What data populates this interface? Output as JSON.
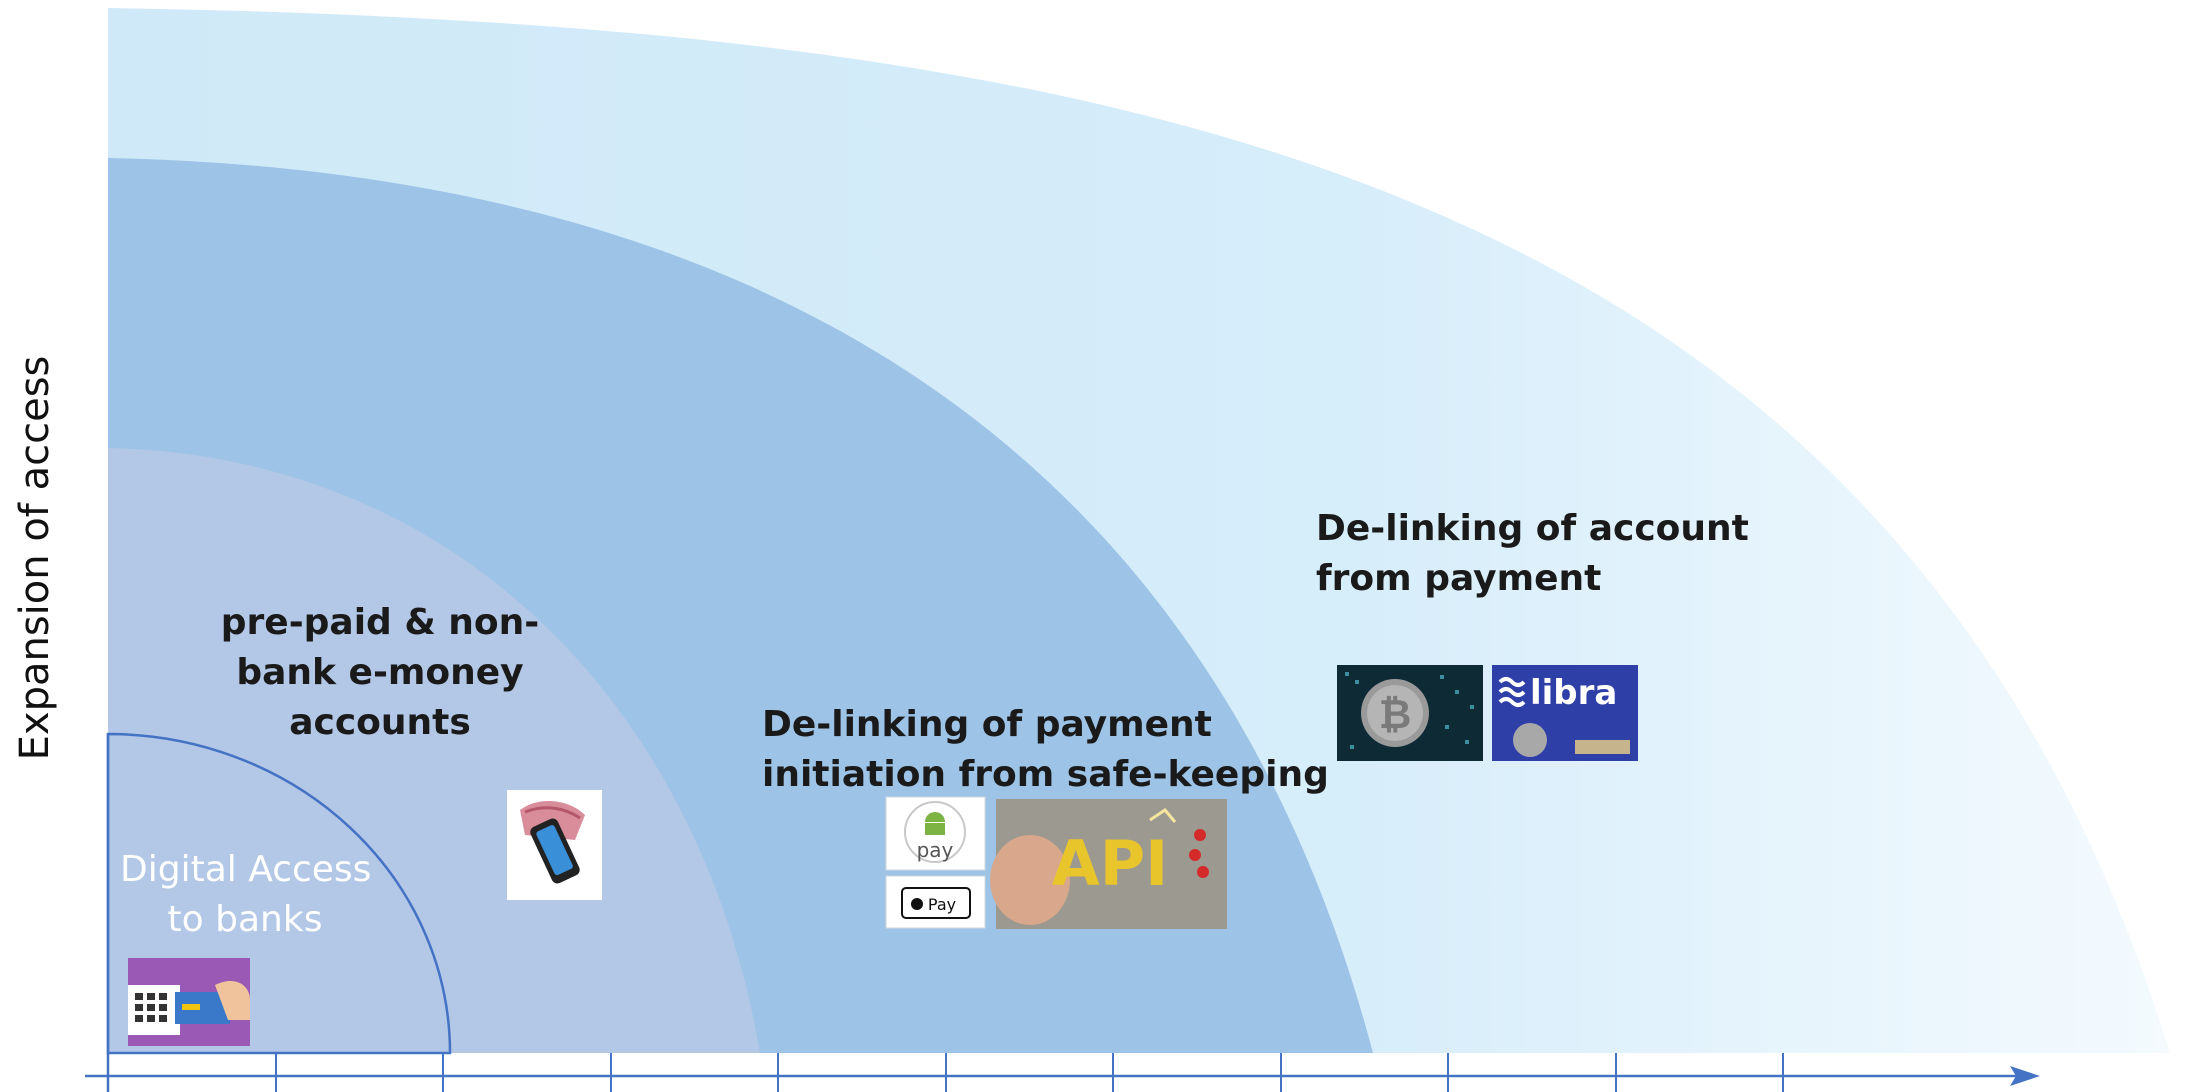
{
  "axis": {
    "y_title": "Expansion of access"
  },
  "zones": [
    {
      "id": "digital",
      "lines": [
        "Digital Access",
        "to banks"
      ],
      "color": "#b3c7e6"
    },
    {
      "id": "prepaid",
      "lines": [
        "pre-paid  & non-",
        "bank e-money",
        "accounts"
      ],
      "color": "#b3c7e6"
    },
    {
      "id": "payment",
      "lines": [
        "De-linking of payment",
        "initiation from safe-keeping"
      ],
      "color": "#9dc3e6"
    },
    {
      "id": "account",
      "lines": [
        "De-linking of account",
        "from payment"
      ],
      "color": "#cfe9f8"
    }
  ],
  "icons": {
    "card_terminal": "card-terminal-icon",
    "mobile_money": "mobile-money-icon",
    "android_pay": "android-pay-icon",
    "android_pay_text": "pay",
    "apple_pay": "apple-pay-icon",
    "apple_pay_text": "Pay",
    "api": "api-icon",
    "api_text": "API",
    "bitcoin": "bitcoin-icon",
    "libra": "libra-icon",
    "libra_text": "libra"
  },
  "colors": {
    "axis": "#4472c4",
    "outer_region": "#cfe9f8",
    "middle_region": "#9dc3e6",
    "inner_region": "#b3c7e6",
    "label_dark": "#1a1a1a",
    "label_light": "#ffffff"
  }
}
